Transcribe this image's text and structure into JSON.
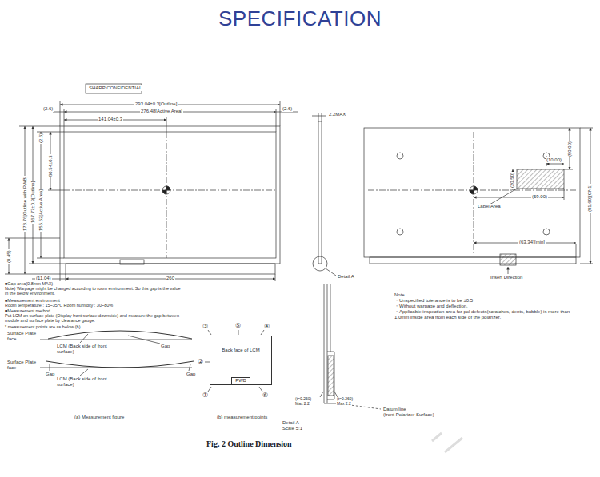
{
  "diagram": {
    "title": "SPECIFICATION",
    "caption": "Fig. 2 Outline Dimension",
    "nodes": [
      {
        "text": [
          "Back face of LCM"
        ]
      },
      {
        "text": [
          "PWB"
        ],
        "in": 0
      }
    ],
    "labels": [
      "SHARP CONFIDENTIAL",
      "293.04±0.3[Outline]",
      "276.48[Active Area]",
      "(2.6)",
      "(2.6)",
      "141.04±0.3",
      "(2.6)",
      "80.54±0.3",
      "178.76[Outline with PWB]",
      "167.77±0.3[Outline]",
      "155.52[Active Area]",
      "(8.45)",
      "(11.04)",
      "260",
      "2.2MAX",
      "Detail A",
      "(50.00)",
      "(10.00)",
      "(20.50)",
      "(59.00)",
      "Label Area",
      "(63.34)[min]",
      "(81.60)[CN1]",
      "Insert Direction",
      "■Gap area(0.8mm MAX)",
      "Note) Warpage might be changed according to room environment. So this gap is the value in the below environment.",
      "■Measurement environment",
      "Room temperature : 15~35℃ Room humidity : 30~80%",
      "■Measurement method",
      "Put LCM on surface plate (Display front surface downside) and measure the gap between module and surface plate by clearance gauge.",
      "* measurement points are as below (b).",
      "Surface Plate face",
      "LCM (Back side of front surface)",
      "Gap",
      "Surface Plate face",
      "Gap",
      "Gap",
      "LCM (Back side of front surface)",
      "(a) Measurement figure",
      "(b) measurement points",
      "③",
      "⑤",
      "④",
      "②",
      "①",
      "⑥",
      "Note",
      "・Unspecified tolerance is to be ±0.5",
      "・Without warpage and deflection.",
      "・Applicable inspection area for pol defects(scratches, dents, bubble) is more than 1.0mm inside area from each side of the polarizer.",
      "(t=0.260)",
      "Max 2.2",
      "(t=0.260)",
      "Max 2.2",
      "Datum line",
      "(front Polarizer Surface)",
      "Detail A",
      "Scale 5:1"
    ]
  }
}
